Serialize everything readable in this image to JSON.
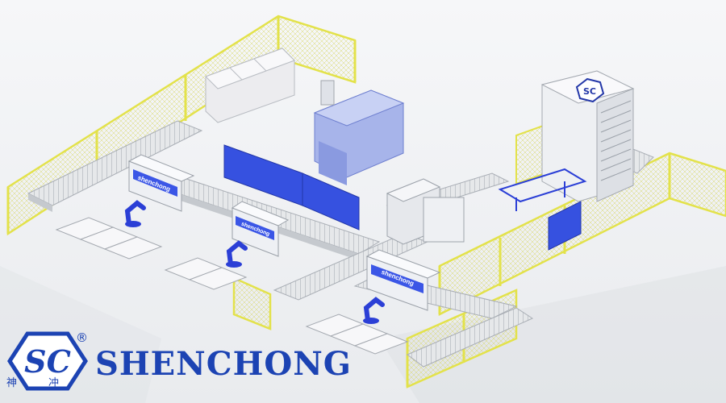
{
  "brand": {
    "name": "SHENCHONG",
    "registered_mark": "®",
    "chinese_left": "神",
    "chinese_right": "冲",
    "logo_monogram": "SC",
    "color": "#1c43b3"
  },
  "machines": {
    "press_brake_label": "shenchong",
    "count": 3
  },
  "tower": {
    "monogram": "SC"
  },
  "colors": {
    "fence": "#e3e24a",
    "robot_blue": "#2b3fd6",
    "press_blue": "#3651e0",
    "machine_grey": "#d6d9de"
  }
}
